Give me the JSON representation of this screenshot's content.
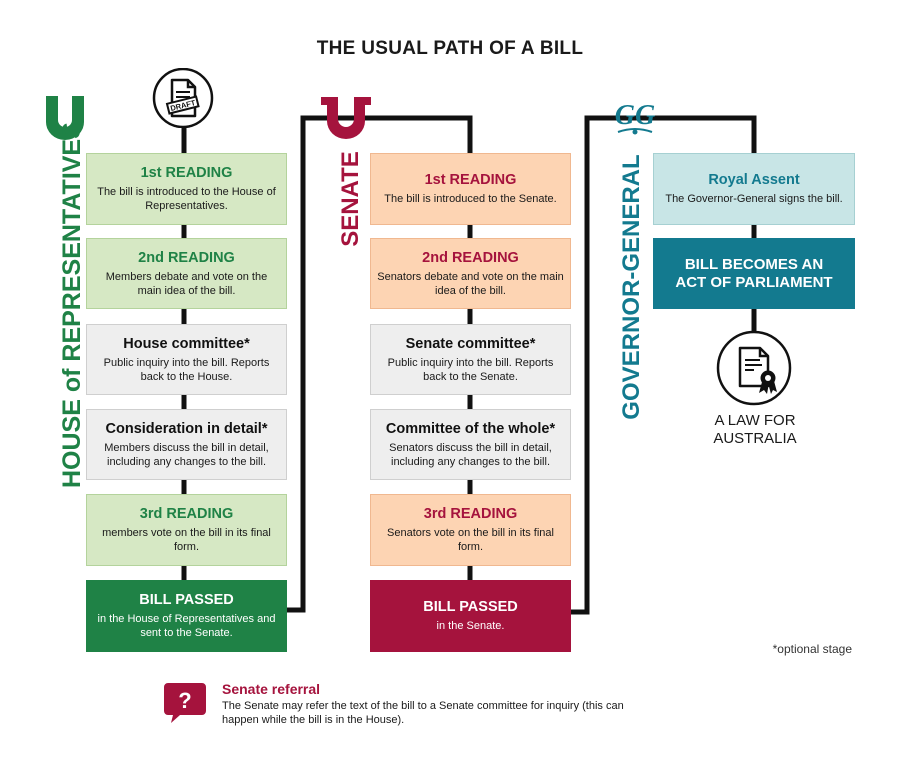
{
  "title": "THE USUAL PATH OF A BILL",
  "colors": {
    "house": "#1f8246",
    "senate": "#a5133d",
    "gg": "#137a8f"
  },
  "house": {
    "label": "HOUSE of REPRESENTATIVES",
    "icon": "house-chamber-icon",
    "draft_label": "DRAFT",
    "steps": [
      {
        "head": "1st READING",
        "desc": "The bill is introduced to the House of Representatives."
      },
      {
        "head": "2nd READING",
        "desc": "Members debate and vote on the main idea of the bill."
      },
      {
        "head": "House committee*",
        "desc": "Public inquiry into the bill. Reports back to the House."
      },
      {
        "head": "Consideration in detail*",
        "desc": "Members discuss the bill in detail, including any changes to the bill."
      },
      {
        "head": "3rd READING",
        "desc": "members vote on the bill in its final form."
      },
      {
        "head": "BILL PASSED",
        "desc": "in the House of Representatives and sent to the Senate."
      }
    ]
  },
  "senate": {
    "label": "SENATE",
    "icon": "senate-chamber-icon",
    "steps": [
      {
        "head": "1st READING",
        "desc": "The bill is introduced to the Senate."
      },
      {
        "head": "2nd READING",
        "desc": "Senators debate and vote on the main idea of the bill."
      },
      {
        "head": "Senate committee*",
        "desc": "Public inquiry into the bill. Reports back to the Senate."
      },
      {
        "head": "Committee of the whole*",
        "desc": "Senators discuss the bill in detail, including any changes to the bill."
      },
      {
        "head": "3rd READING",
        "desc": "Senators vote on the bill in its final form."
      },
      {
        "head": "BILL PASSED",
        "desc": "in the Senate."
      }
    ]
  },
  "gg": {
    "label": "GOVERNOR-GENERAL",
    "monogram": "GG",
    "steps": [
      {
        "head": "Royal Assent",
        "desc": "The Governor-General signs the bill."
      },
      {
        "head": "BILL BECOMES AN ACT OF PARLIAMENT",
        "desc": ""
      }
    ],
    "law": "A LAW FOR AUSTRALIA"
  },
  "optional_note": "*optional stage",
  "referral": {
    "title": "Senate referral",
    "text": "The Senate may refer the text of the bill to a Senate committee for inquiry (this can happen while the bill is in the House)."
  }
}
